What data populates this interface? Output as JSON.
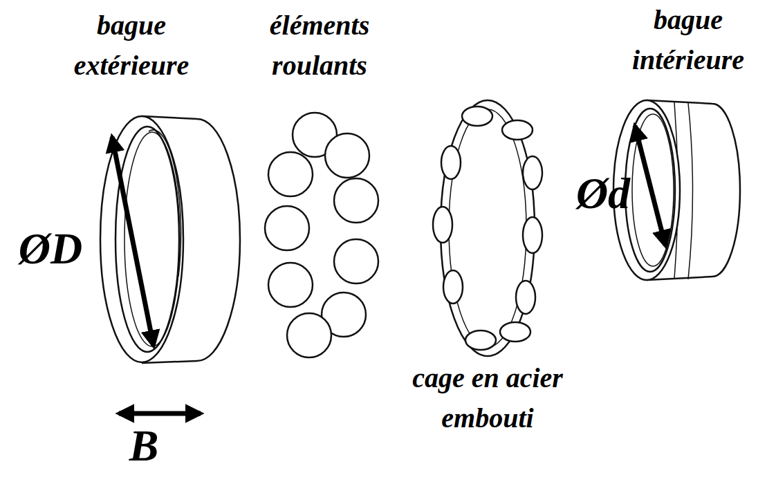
{
  "diagram": {
    "labels": [
      "bague extérieure",
      "éléments roulants",
      "bague intérieure",
      "ØD",
      "Ød",
      "cage en acier embouti",
      "B"
    ]
  }
}
